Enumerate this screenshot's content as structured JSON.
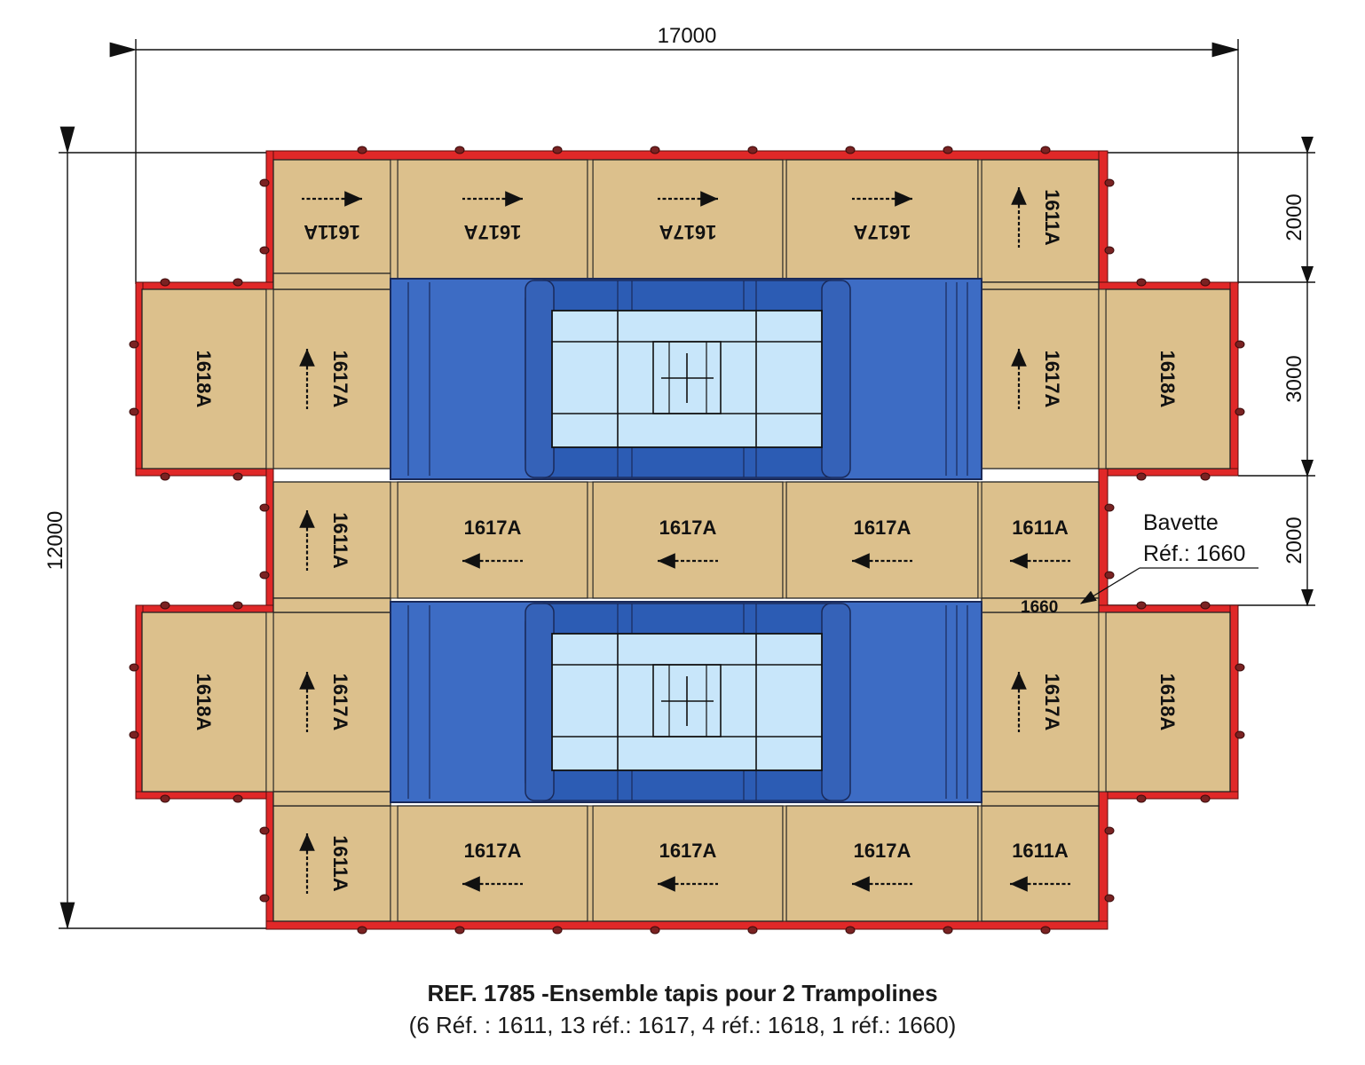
{
  "dimensions": {
    "overall_width": "17000",
    "overall_height": "12000",
    "row_top": "2000",
    "row_middle": "3000",
    "row_between": "2000"
  },
  "callout": {
    "line1": "Bavette",
    "line2": "Réf.: 1660",
    "tag": "1660"
  },
  "tiles": {
    "t1611": "1611A",
    "t1617": "1617A",
    "t1618": "1618A"
  },
  "colors": {
    "mat": "#dcc08c",
    "border": "#e02828",
    "trampoline_frame": "#3d6cc4",
    "trampoline_bed": "#c8e6fa"
  },
  "caption": {
    "title": "REF. 1785 -Ensemble tapis pour 2 Trampolines",
    "subtitle": "(6 Réf. : 1611, 13 réf.: 1617, 4 réf.: 1618, 1 réf.: 1660)"
  }
}
